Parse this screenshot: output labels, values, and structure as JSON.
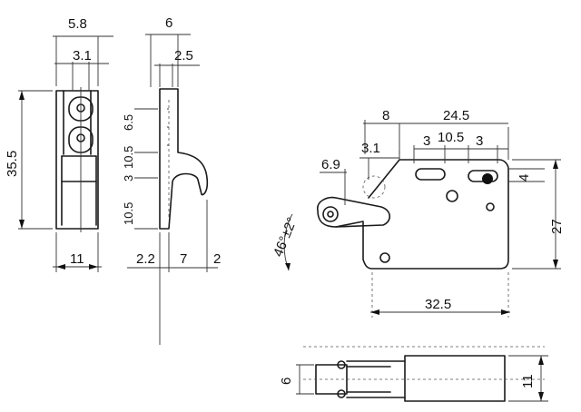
{
  "drawing": {
    "dimensions": {
      "d_5_8": "5.8",
      "d_3_1_front": "3.1",
      "d_35_5": "35.5",
      "d_11_front": "11",
      "d_6_side": "6",
      "d_2_5": "2.5",
      "d_6_5": "6.5",
      "d_10_5_a": "10.5",
      "d_3": "3",
      "d_10_5_b": "10.5",
      "d_2_2": "2.2",
      "d_7": "7",
      "d_2": "2",
      "d_8": "8",
      "d_24_5": "24.5",
      "d_3_1_main": "3.1",
      "d_3_a": "3",
      "d_10_5_c": "10.5",
      "d_3_b": "3",
      "d_6_9": "6.9",
      "d_4": "4",
      "d_27": "27",
      "d_angle": "46°±2°",
      "d_32_5": "32.5",
      "d_6_bottom": "6",
      "d_11_bottom": "11"
    }
  }
}
